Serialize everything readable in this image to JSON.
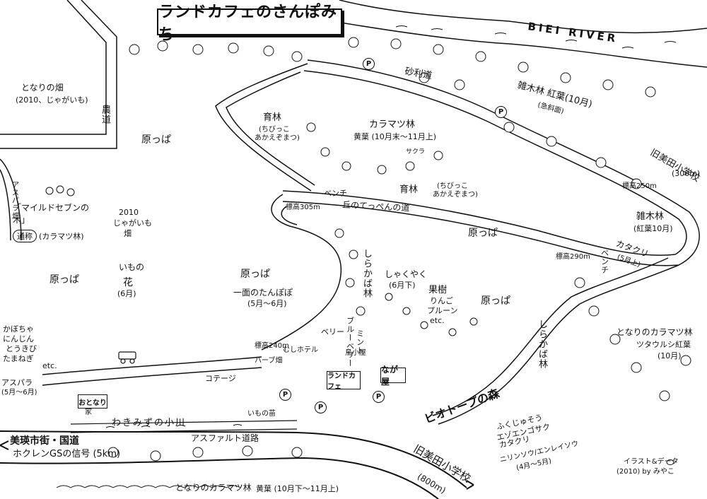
{
  "title": "ランドカフェのさんぽみち",
  "river": "BIEI  RIVER",
  "legend": {
    "line1": "「マイルドセブンの木」",
    "line2_oval": "通称",
    "line2_rest": "(カラマツ林)"
  },
  "areas": {
    "neighbor_field_top": "となりの畑",
    "neighbor_field_top_sub": "(2010、じゃがいも)",
    "farm_road": "農道",
    "harappa_1": "原っぱ",
    "harappa_2": "原っぱ",
    "harappa_3": "原っぱ",
    "harappa_4": "原っぱ",
    "harappa_5": "原っぱ",
    "ikurin_1": "育林",
    "ikurin_1_sub1": "(ちびっこ",
    "ikurin_1_sub2": "あかえぞまつ)",
    "ikurin_2": "育林",
    "ikurin_2_sub1": "(ちびっこ",
    "ikurin_2_sub2": "あかえぞまつ)",
    "karamatsu": "カラマツ林",
    "karamatsu_sub": "黄葉 (10月末〜11月上)",
    "jarimichi": "砂利道",
    "zoki_1": "雑木林 紅葉(10月)",
    "zoki_1_sub": "(急斜面)",
    "zoki_2": "雑木林",
    "zoki_2_sub": "(紅葉10月)",
    "old_school_top": "旧美田小学校",
    "old_school_top_dist": "(300m)",
    "alt_250": "標高250m",
    "alt_305": "標高305m",
    "alt_290": "標高290m",
    "alt_240": "標高240m",
    "bench": "ベンチ",
    "bench_2": "ベンチ",
    "hilltop_road": "丘のてっぺんの道",
    "sakura": "サクラ",
    "field_2010": "2010",
    "field_2010_sub": "じゃがいも",
    "field_2010_sub2": "畑",
    "imo_flower": "いもの",
    "imo_flower_2": "花",
    "imo_flower_3": "(6月)",
    "dandelion": "一面のたんぽぽ",
    "dandelion_sub": "(5月〜6月)",
    "shirakaba_1": "しらかば林",
    "shirakaba_2": "しらかば林",
    "shakuyaku": "しゃくやく",
    "shakuyaku_sub": "(6月下)",
    "orchard": "果樹",
    "orchard_1": "りんご",
    "orchard_2": "プルーン",
    "orchard_3": "etc.",
    "blueberry": "ブルーベリー",
    "mint": "ミント",
    "berry": "ベリー",
    "katakuri": "カタクリ",
    "katakuri_sub": "(5月上)",
    "neighbor_karamatsu": "となりのカラマツ林",
    "neighbor_karamatsu_sub": "ツタウルシ紅葉",
    "neighbor_karamatsu_sub2": "(10月)",
    "veg_1": "かぼちゃ",
    "veg_2": "にんじん",
    "veg_3": "とうきび",
    "veg_4": "たまねぎ",
    "veg_5": "etc.",
    "asparagus": "アスパラ",
    "asparagus_sub": "(5月〜6月)",
    "asparagus_field": "アスパラ畑",
    "cottage": "コテージ",
    "mushi_hotel": "むしホテル",
    "herb": "ハーブ畑",
    "chicken": "鳥小屋",
    "land_cafe": "ランドカフェ",
    "nagaya": "なが屋",
    "neighbor_house": "おとなり",
    "neighbor_house_2": "家",
    "imo_nae": "いもの苗",
    "stream": "わきみずの小川",
    "biotope": "ビオトープの森",
    "asphalt": "アスファルト道路",
    "road_main": "美瑛市街・国道",
    "road_main_sub": "ホクレンGSの信号 (5km)",
    "old_school_bottom": "旧美田小学校",
    "old_school_bottom_dist": "(800m)",
    "flowers": "ふくじゅそう",
    "flowers_2": "エゾエンゴサク",
    "flowers_3": "カタクリ",
    "flowers_4": "ニリンソウ/エンレイソウ",
    "flowers_5": "(4月〜5月)",
    "neighbor_karamatsu_bottom": "となりのカラマツ林",
    "neighbor_karamatsu_bottom_sub": "黄葉 (10月下〜11月上)",
    "credit": "イラスト&データ",
    "credit_2": "(2010) by みやこ",
    "parking": "P"
  }
}
